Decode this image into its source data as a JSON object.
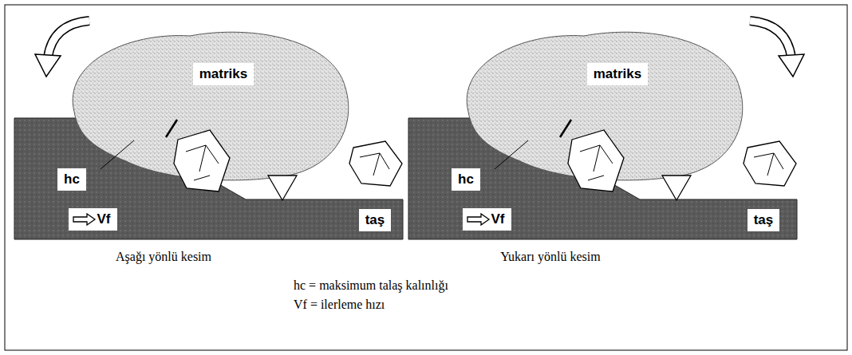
{
  "diagram": {
    "nodes": [
      {
        "text": [
          "matriks"
        ]
      },
      {
        "text": [
          "taş"
        ]
      },
      {
        "text": [
          "hc"
        ],
        "in": 1
      },
      {
        "text": [
          "Vf"
        ],
        "in": 1
      },
      {
        "text": [
          "matriks"
        ]
      },
      {
        "text": [
          "taş"
        ]
      },
      {
        "text": [
          "hc"
        ],
        "in": 5
      },
      {
        "text": [
          "Vf"
        ],
        "in": 5
      }
    ],
    "labels": [
      "Aşağı yönlü kesim",
      "Yukarı yönlü kesim",
      "hc = maksimum talaş kalınlığı",
      "Vf = ilerleme hızı"
    ]
  }
}
